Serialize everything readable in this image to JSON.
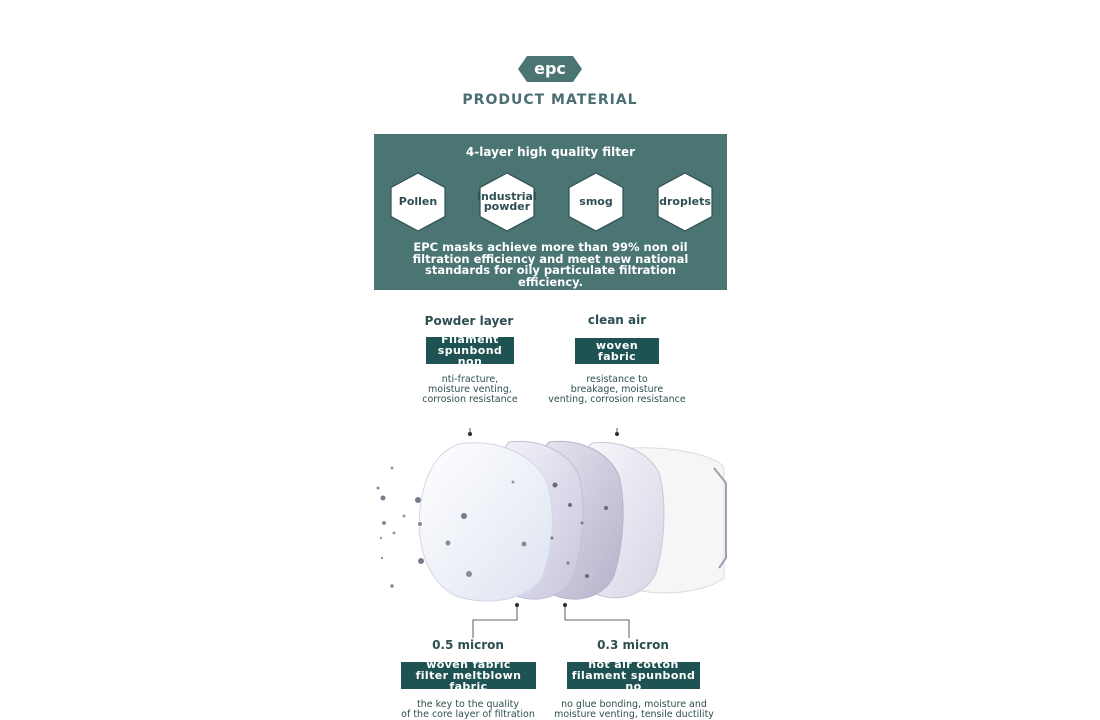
{
  "brand": {
    "logo_text": "epc"
  },
  "page_title": "PRODUCT MATERIAL",
  "filter_panel": {
    "title": "4-layer high quality filter",
    "hexagons": [
      {
        "line1": "Pollen",
        "line2": ""
      },
      {
        "line1": "industrial",
        "line2": "powder"
      },
      {
        "line1": "smog",
        "line2": ""
      },
      {
        "line1": "droplets",
        "line2": ""
      }
    ],
    "description": "EPC masks achieve more than 99% non oil filtration efficiency and meet new national standards for oily particulate filtration efficiency."
  },
  "layers": {
    "top_left": {
      "title": "Powder layer",
      "tag_line1": "Filament",
      "tag_line2": "spunbond non",
      "note_line1": "nti-fracture,",
      "note_line2": "moisture venting,",
      "note_line3": "corrosion resistance"
    },
    "top_right": {
      "title": "clean air",
      "tag_line1": "woven fabric",
      "tag_line2": "",
      "note_line1": "resistance to",
      "note_line2": "breakage, moisture",
      "note_line3": "venting, corrosion resistance"
    },
    "bottom_left": {
      "title": "0.5 micron",
      "tag_line1": "woven fabric",
      "tag_line2": "filter meltblown fabric",
      "note_line1": "the key to the quality",
      "note_line2": "of the core layer of filtration"
    },
    "bottom_right": {
      "title": "0.3 micron",
      "tag_line1": "hot air cotton",
      "tag_line2": "filament spunbond no",
      "note_line1": "no glue bonding, moisture and",
      "note_line2": "moisture venting, tensile ductility"
    }
  },
  "colors": {
    "panel": "#4a7572",
    "tag": "#1f5252",
    "text": "#2e4f52"
  }
}
